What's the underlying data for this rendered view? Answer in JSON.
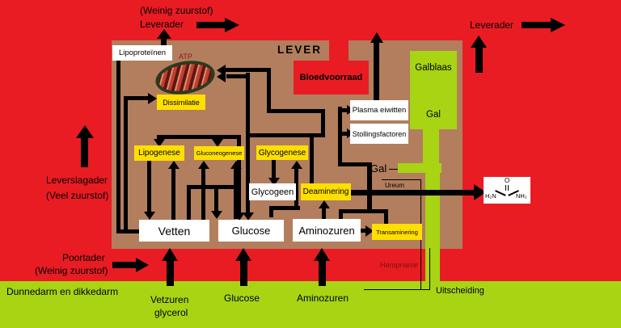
{
  "colors": {
    "background_red": "#e91c23",
    "liver_brown": "#b27e5e",
    "bile_green": "#a8d414",
    "process_yellow": "#ffdf00",
    "box_white": "#ffffff",
    "line_black": "#000000",
    "accent_dark_red": "#8c1710"
  },
  "outside": {
    "top_left_oxygen": "(Weinig zuurstof)",
    "top_left_vessel": "Leverader",
    "top_right_vessel": "Leverader",
    "artery": "Leverslagader",
    "artery_oxygen": "(Veel zuurstof)",
    "portal_vein": "Poortader",
    "portal_oxygen": "(Weinig zuurstof)",
    "intestine": "Dunnedarm en dikkedarm",
    "input_fat_line1": "Vetzuren",
    "input_fat_line2": "glycerol",
    "input_glucose": "Glucose",
    "input_amino": "Aminozuren",
    "reuptake": "Heropname",
    "excretion": "Uitscheiding"
  },
  "liver": {
    "title": "LEVER",
    "blood_pool": "Bloedvoorraad",
    "atp": "ATP",
    "lipoproteins": "Lipoproteïnen",
    "dissimilation": "Dissimilatie",
    "lipogenesis": "Lipogenese",
    "gluconeogenesis": "Gluconeogenese",
    "glycogenesis": "Glycogenese",
    "glycogen": "Glycogeen",
    "deamination": "Deaminering",
    "transamination": "Transaminering",
    "fats": "Vetten",
    "glucose": "Glucose",
    "amino_acids": "Aminozuren",
    "plasma_proteins": "Plasma eiwitten",
    "clotting_factors": "Stollingsfactoren",
    "urea": "Ureum",
    "bile_out": "Gal"
  },
  "gallbladder": {
    "title": "Galblaas",
    "bile": "Gal"
  },
  "molecule": {
    "oxygen": "O",
    "left_group": "H₂N",
    "right_group": "NH₂"
  }
}
